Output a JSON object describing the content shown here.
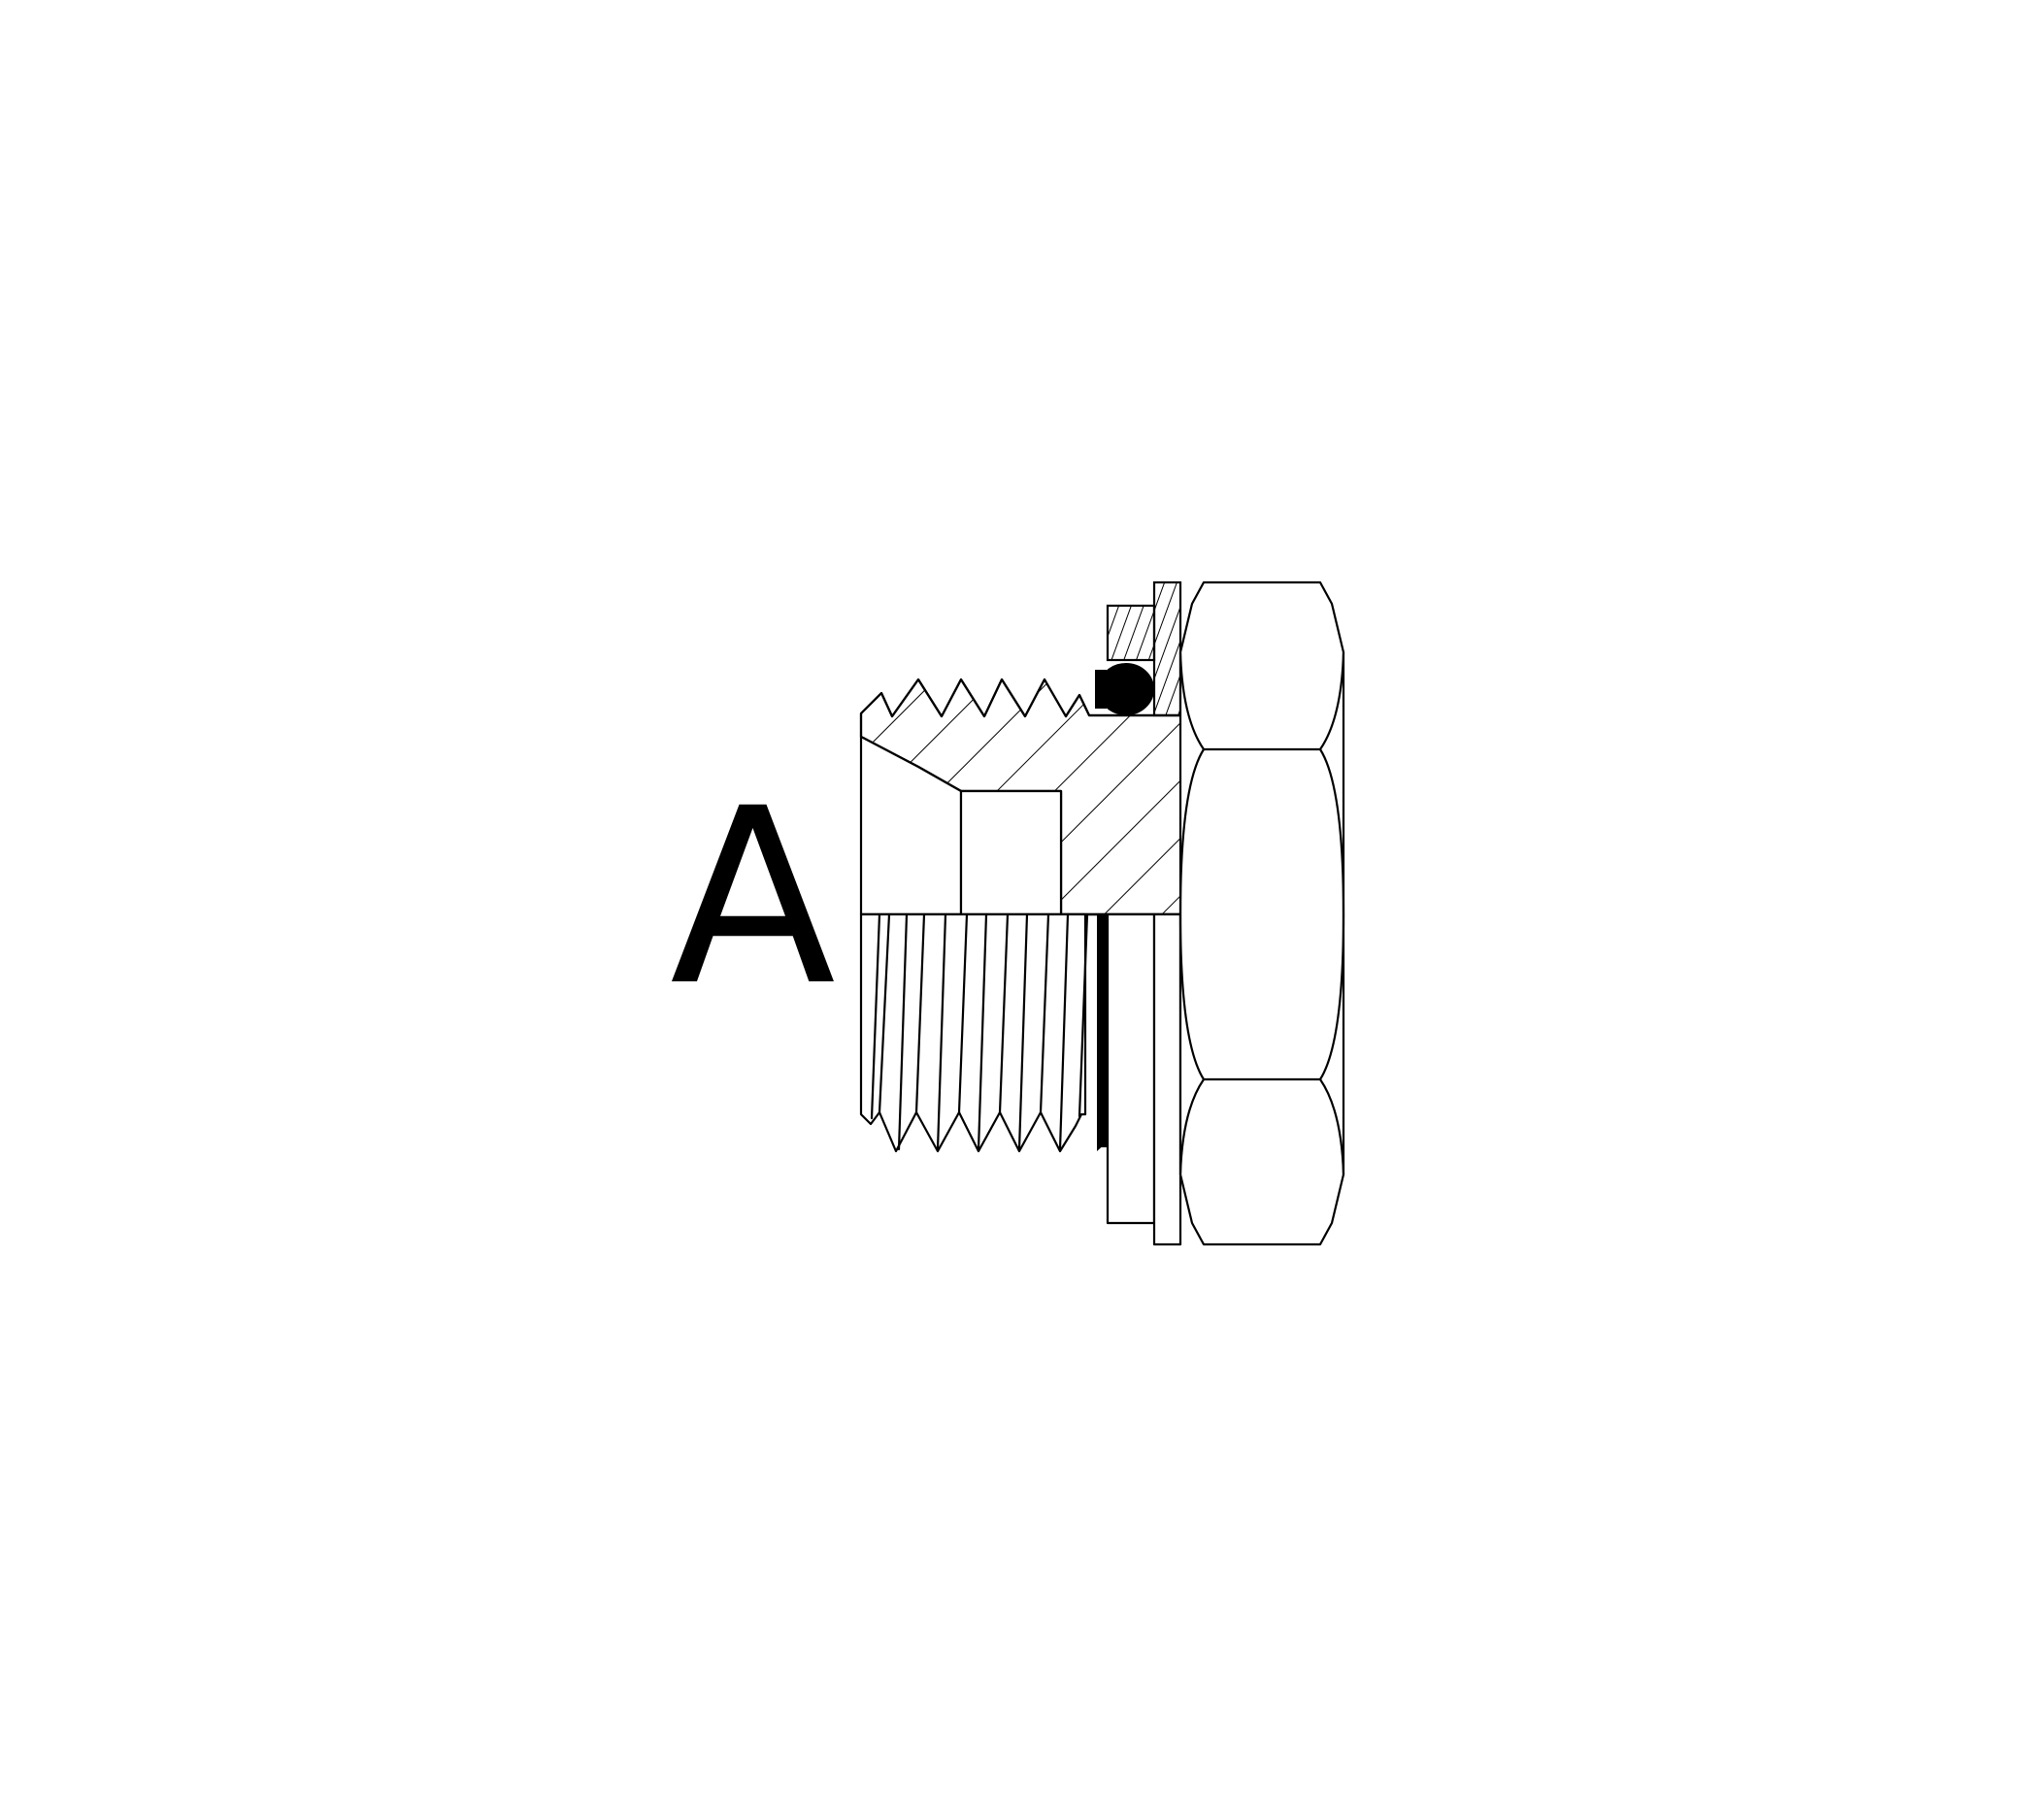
{
  "callout": {
    "label": "A"
  },
  "colors": {
    "line": "#000000",
    "background": "#ffffff"
  },
  "part": {
    "kind": "plug-with-o-ring-cross-section",
    "parts": [
      "male-thread",
      "o-ring",
      "backup-washer",
      "flange-collar",
      "hex-head"
    ]
  }
}
